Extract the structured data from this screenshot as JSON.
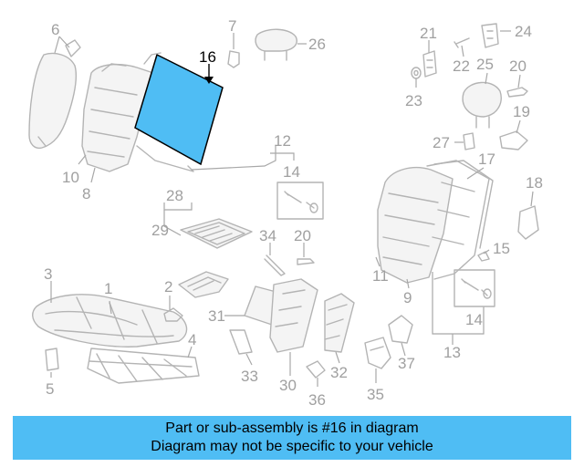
{
  "highlight_color": "#4fbdf4",
  "callouts": {
    "c1": "1",
    "c2": "2",
    "c3": "3",
    "c4": "4",
    "c5": "5",
    "c6": "6",
    "c7": "7",
    "c8": "8",
    "c9": "9",
    "c10": "10",
    "c11": "11",
    "c12": "12",
    "c13": "13",
    "c14a": "14",
    "c14b": "14",
    "c15": "15",
    "c16": "16",
    "c17": "17",
    "c18": "18",
    "c19": "19",
    "c20a": "20",
    "c20b": "20",
    "c21": "21",
    "c22": "22",
    "c23": "23",
    "c24": "24",
    "c25": "25",
    "c26": "26",
    "c27": "27",
    "c28": "28",
    "c29": "29",
    "c30": "30",
    "c31": "31",
    "c32": "32",
    "c33": "33",
    "c34": "34",
    "c35": "35",
    "c36": "36",
    "c37": "37"
  },
  "banner": {
    "line1": "Part or sub-assembly is #16 in diagram",
    "line2": "Diagram may not be specific to your vehicle"
  }
}
